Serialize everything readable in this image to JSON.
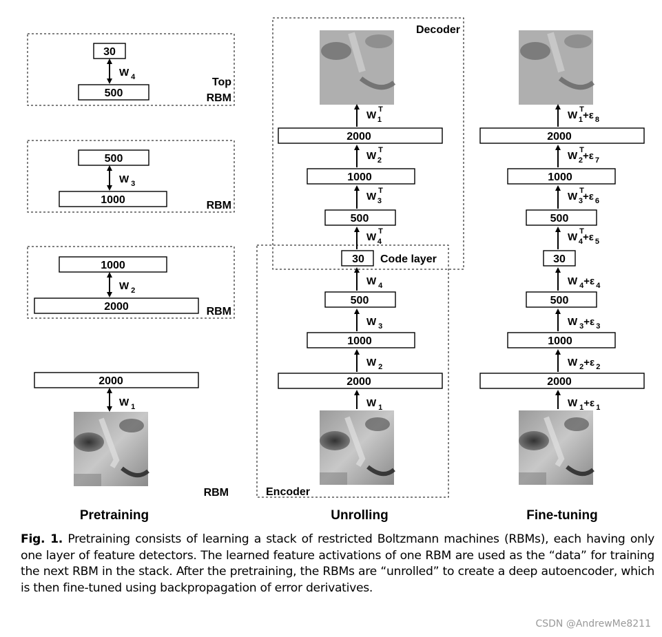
{
  "pretraining": {
    "title": "Pretraining",
    "top_rbm": {
      "label_line1": "Top",
      "label_line2": "RBM",
      "upper": "30",
      "lower": "500",
      "weight": "W",
      "weight_sub": "4"
    },
    "rbm3": {
      "label": "RBM",
      "upper": "500",
      "lower": "1000",
      "weight": "W",
      "weight_sub": "3"
    },
    "rbm2": {
      "label": "RBM",
      "upper": "1000",
      "lower": "2000",
      "weight": "W",
      "weight_sub": "2"
    },
    "rbm1": {
      "label": "RBM",
      "upper": "2000",
      "weight": "W",
      "weight_sub": "1"
    }
  },
  "unrolling": {
    "title": "Unrolling",
    "decoder_label": "Decoder",
    "encoder_label": "Encoder",
    "code_layer_label": "Code layer",
    "layers": [
      "2000",
      "1000",
      "500",
      "30",
      "500",
      "1000",
      "2000"
    ],
    "encoder_weights": [
      {
        "base": "W",
        "sub": "1"
      },
      {
        "base": "W",
        "sub": "2"
      },
      {
        "base": "W",
        "sub": "3"
      },
      {
        "base": "W",
        "sub": "4"
      }
    ],
    "decoder_weights": [
      {
        "base": "W",
        "sub": "4",
        "sup": "T"
      },
      {
        "base": "W",
        "sub": "3",
        "sup": "T"
      },
      {
        "base": "W",
        "sub": "2",
        "sup": "T"
      },
      {
        "base": "W",
        "sub": "1",
        "sup": "T"
      }
    ]
  },
  "finetuning": {
    "title": "Fine-tuning",
    "layers": [
      "2000",
      "1000",
      "500",
      "30",
      "500",
      "1000",
      "2000"
    ],
    "encoder_weights": [
      {
        "base": "W",
        "sub": "1",
        "eps": "+ε",
        "eps_sub": "1"
      },
      {
        "base": "W",
        "sub": "2",
        "eps": "+ε",
        "eps_sub": "2"
      },
      {
        "base": "W",
        "sub": "3",
        "eps": "+ε",
        "eps_sub": "3"
      },
      {
        "base": "W",
        "sub": "4",
        "eps": "+ε",
        "eps_sub": "4"
      }
    ],
    "decoder_weights": [
      {
        "base": "W",
        "sub": "4",
        "sup": "T",
        "eps": "+ε",
        "eps_sub": "5"
      },
      {
        "base": "W",
        "sub": "3",
        "sup": "T",
        "eps": "+ε",
        "eps_sub": "6"
      },
      {
        "base": "W",
        "sub": "2",
        "sup": "T",
        "eps": "+ε",
        "eps_sub": "7"
      },
      {
        "base": "W",
        "sub": "1",
        "sup": "T",
        "eps": "+ε",
        "eps_sub": "8"
      }
    ]
  },
  "caption": {
    "fig_number": "Fig. 1.",
    "text": "Pretraining consists of learning a stack of restricted Boltzmann machines (RBMs), each having only one layer of feature detectors. The learned feature activations of one RBM are used as the “data” for training the next RBM in the stack. After the pretraining, the RBMs are “unrolled” to create a deep autoencoder, which is then fine-tuned using backpropagation of error derivatives."
  },
  "watermark": "CSDN @AndrewMe8211",
  "colors": {
    "ink": "#000000",
    "watermark": "#999999"
  }
}
